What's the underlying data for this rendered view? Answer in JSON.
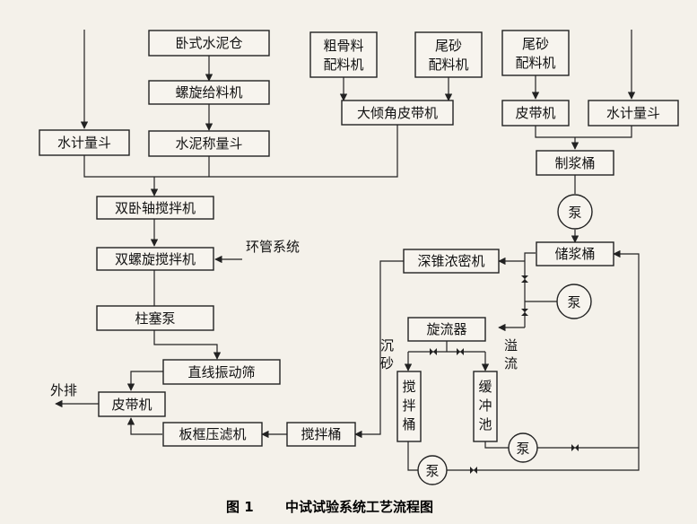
{
  "nodes": {
    "woshi_cement_silo": "卧式水泥仓",
    "screw_feeder": "螺旋给料机",
    "coarse_aggregate_batcher_1": "粗骨料",
    "coarse_aggregate_batcher_2": "配料机",
    "tailings_batcher_1": "尾砂",
    "tailings_batcher_2": "配料机",
    "tailings_batcher_r1": "尾砂",
    "tailings_batcher_r2": "配料机",
    "incline_belt": "大倾角皮带机",
    "water_hopper_left": "水计量斗",
    "cement_hopper": "水泥称量斗",
    "belt_conveyor_right": "皮带机",
    "water_hopper_right": "水计量斗",
    "slurry_maker": "制浆桶",
    "pump_1": "泵",
    "slurry_storage": "储浆桶",
    "pump_2": "泵",
    "twin_shaft_mixer": "双卧轴搅拌机",
    "twin_screw_mixer": "双螺旋搅拌机",
    "loop_system": "环管系统",
    "deep_cone_thickener": "深锥浓密机",
    "piston_pump": "柱塞泵",
    "cyclone": "旋流器",
    "sand_label_1": "沉",
    "sand_label_2": "砂",
    "overflow_label_1": "溢",
    "overflow_label_2": "流",
    "linear_screen": "直线振动筛",
    "stir_tank_v": [
      "搅",
      "拌",
      "桶"
    ],
    "buffer_pool_v": [
      "缓",
      "冲",
      "池"
    ],
    "discharge": "外排",
    "belt_conveyor_left": "皮带机",
    "plate_filter": "板框压滤机",
    "stir_tank_h": "搅拌桶",
    "pump_3": "泵",
    "pump_4": "泵"
  },
  "caption": {
    "fig": "图 1",
    "title": "中试试验系统工艺流程图"
  }
}
